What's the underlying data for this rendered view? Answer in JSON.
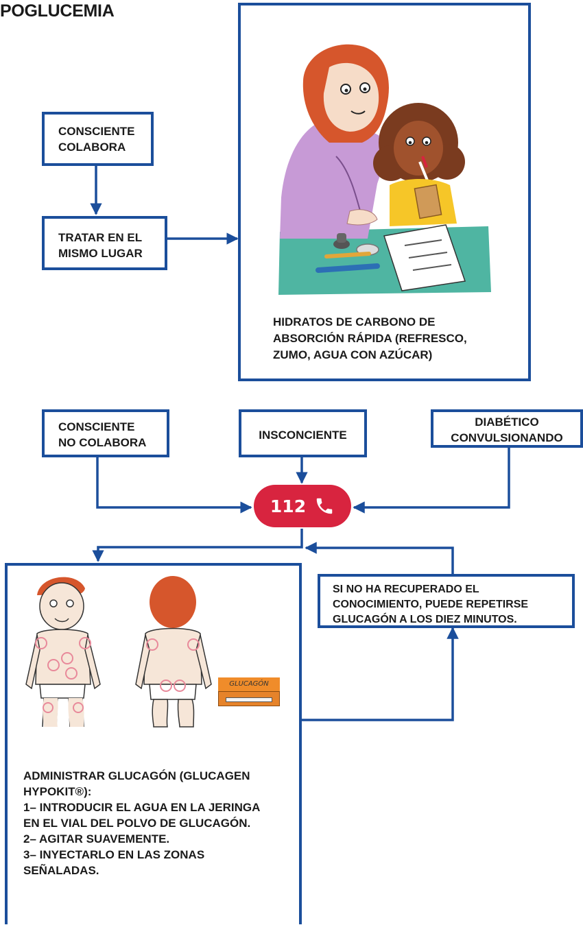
{
  "title": "POGLUCEMIA",
  "boxes": {
    "consciente_colabora": {
      "lines": [
        "CONSCIENTE",
        "COLABORA"
      ]
    },
    "tratar": {
      "lines": [
        "TRATAR EN EL",
        "MISMO LUGAR"
      ]
    },
    "consciente_no_colabora": {
      "lines": [
        "CONSCIENTE",
        "NO COLABORA"
      ]
    },
    "inconsciente": {
      "lines": [
        "INSCONCIENTE"
      ]
    },
    "diabetico": {
      "lines": [
        "DIABÉTICO",
        "CONVULSIONANDO"
      ]
    },
    "repetir": {
      "lines": [
        "SI NO HA RECUPERADO EL",
        "CONOCIMIENTO, PUEDE REPETIRSE",
        "GLUCAGÓN A LOS DIEZ MINUTOS."
      ]
    }
  },
  "hidratos": {
    "lines": [
      "HIDRATOS DE CARBONO DE",
      "ABSORCIÓN RÁPIDA (REFRESCO,",
      "ZUMO, AGUA CON AZÚCAR)"
    ]
  },
  "emergency": {
    "number": "112",
    "icon": "phone-icon"
  },
  "glucagon": {
    "lines": [
      "ADMINISTRAR GLUCAGÓN (GLUCAGEN",
      "HYPOKIT®):",
      "1– INTRODUCIR EL AGUA EN LA JERINGA",
      "EN EL VIAL DEL POLVO DE GLUCAGÓN.",
      "2– AGITAR SUAVEMENTE.",
      "3– INYECTARLO EN LAS ZONAS",
      "SEÑALADAS."
    ],
    "kit_label": "GLUCAGÓN"
  },
  "colors": {
    "border": "#1b4e9b",
    "emergency": "#d8243f",
    "injection_mark": "#e8899a"
  }
}
